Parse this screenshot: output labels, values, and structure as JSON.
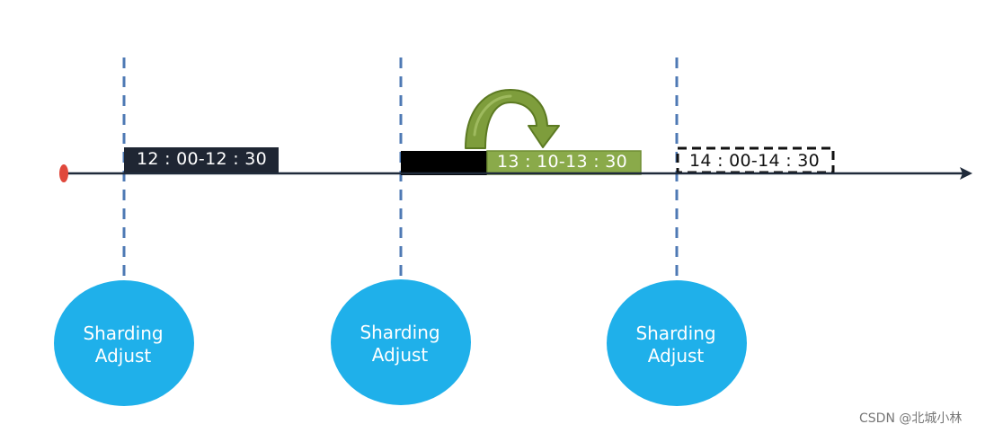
{
  "time_slots": [
    {
      "label": "12 : 00-12 : 30",
      "style": "done",
      "color": "#1f2633"
    },
    {
      "label": "13 : 10-13 : 30",
      "style": "shifted",
      "color": "#8aaa4a"
    },
    {
      "label": "14 : 00-14 : 30",
      "style": "pending-dashed",
      "color": "#111111"
    }
  ],
  "adjust_nodes": [
    {
      "line1": "Sharding",
      "line2": "Adjust"
    },
    {
      "line1": "Sharding",
      "line2": "Adjust"
    },
    {
      "line1": "Sharding",
      "line2": "Adjust"
    }
  ],
  "colors": {
    "timeline": "#1f2a3a",
    "start_marker": "#e0483c",
    "dashed_line": "#4e79b4",
    "circle_fill": "#1fb0ea",
    "consumed_block": "#000000",
    "arrow_fill": "#7e9d3c"
  },
  "icons": {
    "shift_arrow": "curved-arrow-icon",
    "timeline_end": "arrowhead-icon"
  },
  "watermark": "CSDN @北城小林"
}
